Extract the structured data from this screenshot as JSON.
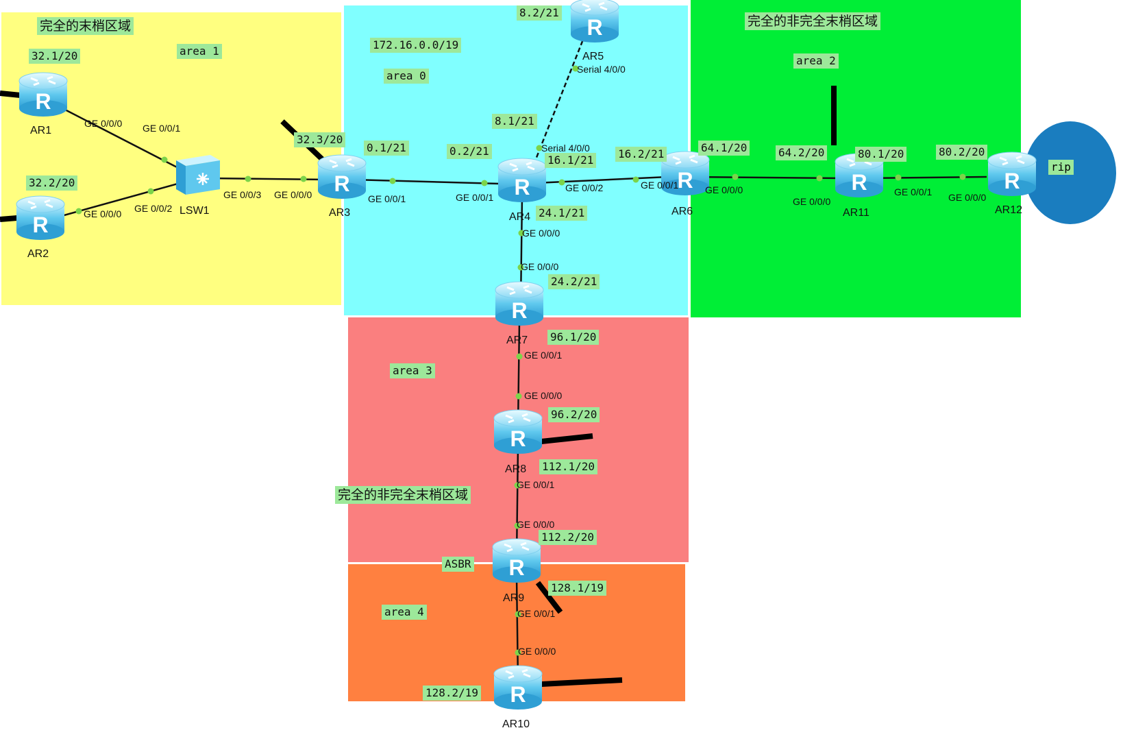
{
  "colors": {
    "area1": "#ffff80",
    "area0": "#80ffff",
    "area2": "#00ee36",
    "area3": "#fa7f7f",
    "area4": "#ff8040",
    "rip": "#1a7dbf",
    "tag": "#9de89a",
    "link": "#111111",
    "port_dot": "#7cd44a",
    "router": "#5fc8ee"
  },
  "areas": {
    "area1": {
      "title": "完全的末梢区域",
      "label": "area 1"
    },
    "area0": {
      "network": "172.16.0.0/19",
      "label": "area 0"
    },
    "area2": {
      "title": "完全的非完全末梢区域",
      "label": "area 2"
    },
    "area3": {
      "title": "完全的非完全末梢区域",
      "label": "area 3"
    },
    "area4": {
      "label": "area 4"
    },
    "rip": {
      "label": "rip"
    }
  },
  "devices": {
    "AR1": "AR1",
    "AR2": "AR2",
    "LSW1": "LSW1",
    "AR3": "AR3",
    "AR4": "AR4",
    "AR5": "AR5",
    "AR6": "AR6",
    "AR7": "AR7",
    "AR8": "AR8",
    "AR9": "AR9",
    "AR10": "AR10",
    "AR11": "AR11",
    "AR12": "AR12",
    "ASBR": "ASBR"
  },
  "addresses": {
    "ar1": "32.1/20",
    "ar2": "32.2/20",
    "ar3": "32.3/20",
    "ar3_to_ar4": "0.1/21",
    "ar4_to_ar3": "0.2/21",
    "ar5": "8.2/21",
    "ar4_to_ar5": "8.1/21",
    "ar4_to_ar6": "16.1/21",
    "ar6_to_ar4": "16.2/21",
    "ar4_to_ar7": "24.1/21",
    "ar7_to_ar4": "24.2/21",
    "ar6_to_ar11": "64.1/20",
    "ar11_to_ar6": "64.2/20",
    "ar11_to_ar12": "80.1/20",
    "ar12_to_ar11": "80.2/20",
    "ar7_to_ar8": "96.1/20",
    "ar8_to_ar7": "96.2/20",
    "ar8_to_ar9": "112.1/20",
    "ar9_to_ar8": "112.2/20",
    "ar9_to_ar10": "128.1/19",
    "ar10_to_ar9": "128.2/19"
  },
  "ports": {
    "ar1_ge000": "GE 0/0/0",
    "lsw_ge001": "GE 0/0/1",
    "ar2_ge000": "GE 0/0/0",
    "lsw_ge002": "GE 0/0/2",
    "lsw_ge003": "GE 0/0/3",
    "ar3_ge000": "GE 0/0/0",
    "ar3_ge001": "GE 0/0/1",
    "ar4_ge001": "GE 0/0/1",
    "ar4_ge002": "GE 0/0/2",
    "ar4_ge000": "GE 0/0/0",
    "ar4_s400": "Serial 4/0/0",
    "ar5_s400": "Serial 4/0/0",
    "ar6_ge001": "GE 0/0/1",
    "ar6_ge000": "GE 0/0/0",
    "ar11_ge000": "GE 0/0/0",
    "ar11_ge001": "GE 0/0/1",
    "ar12_ge000": "GE 0/0/0",
    "ar7_ge000": "GE 0/0/0",
    "ar7_ge001": "GE 0/0/1",
    "ar8_ge000": "GE 0/0/0",
    "ar8_ge001": "GE 0/0/1",
    "ar9_ge000": "GE 0/0/0",
    "ar9_ge001": "GE 0/0/1",
    "ar10_ge000": "GE 0/0/0"
  }
}
